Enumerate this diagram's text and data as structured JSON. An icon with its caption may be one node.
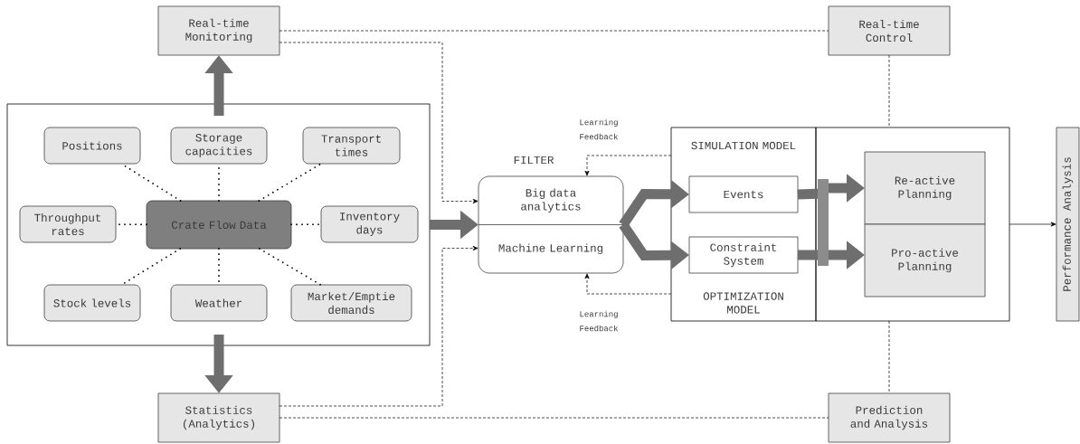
{
  "diagram": {
    "nodes": [
      {
        "text": [
          "Real-time Monitoring"
        ]
      },
      {
        "text": [
          "Statistics (Analytics)"
        ]
      },
      {
        "text": [
          "Real-time Control"
        ]
      },
      {
        "text": [
          "Prediction and Analysis"
        ]
      },
      {
        "text": [],
        "shape": "box"
      },
      {
        "text": [
          "Crate Flow Data"
        ],
        "in": 4
      },
      {
        "text": [
          "Positions"
        ],
        "in": 4
      },
      {
        "text": [
          "Storage capacities"
        ],
        "in": 4
      },
      {
        "text": [
          "Transport times"
        ],
        "in": 4
      },
      {
        "text": [
          "Throughput rates"
        ],
        "in": 4
      },
      {
        "text": [
          "Inventory days"
        ],
        "in": 4
      },
      {
        "text": [
          "Stock levels"
        ],
        "in": 4
      },
      {
        "text": [
          "Weather"
        ],
        "in": 4
      },
      {
        "text": [
          "Market/Emptie demands"
        ],
        "in": 4
      },
      {
        "text": [
          "Big data analytics",
          "Machine Learning"
        ],
        "beside": [
          "FILTER"
        ]
      },
      {
        "text": [
          "SIMULATION MODEL",
          "OPTIMIZATION MODEL"
        ]
      },
      {
        "text": [
          "Events"
        ],
        "in": 15
      },
      {
        "text": [
          "Constraint System"
        ],
        "in": 15
      },
      {
        "text": [],
        "shape": "box"
      },
      {
        "text": [
          "Re-active Planning"
        ],
        "in": 18
      },
      {
        "text": [
          "Pro-active Planning"
        ],
        "in": 18
      },
      {
        "text": [
          "Performance Analysis"
        ]
      }
    ],
    "edges": [
      {
        "from": 4,
        "to": 0,
        "arrow": "to",
        "style": "thick",
        "color": "#6e6e6e"
      },
      {
        "from": 4,
        "to": 1,
        "arrow": "to",
        "style": "thick",
        "color": "#6e6e6e"
      },
      {
        "from": 0,
        "to": 2,
        "arrow": "none",
        "style": "dashed"
      },
      {
        "from": 0,
        "to": 14,
        "arrow": "to",
        "style": "dashed"
      },
      {
        "from": 1,
        "to": 14,
        "arrow": "to",
        "style": "dashed"
      },
      {
        "from": 1,
        "to": 3,
        "arrow": "none",
        "style": "dashed"
      },
      {
        "from": 2,
        "to": 18,
        "arrow": "none",
        "style": "dashed"
      },
      {
        "from": 18,
        "to": 3,
        "arrow": "none",
        "style": "dashed"
      },
      {
        "from": 5,
        "to": 6,
        "arrow": "none",
        "style": "dashed"
      },
      {
        "from": 5,
        "to": 7,
        "arrow": "none",
        "style": "dashed"
      },
      {
        "from": 5,
        "to": 8,
        "arrow": "none",
        "style": "dashed"
      },
      {
        "from": 5,
        "to": 9,
        "arrow": "none",
        "style": "dashed"
      },
      {
        "from": 5,
        "to": 10,
        "arrow": "none",
        "style": "dashed"
      },
      {
        "from": 5,
        "to": 11,
        "arrow": "none",
        "style": "dashed"
      },
      {
        "from": 5,
        "to": 12,
        "arrow": "none",
        "style": "dashed"
      },
      {
        "from": 5,
        "to": 13,
        "arrow": "none",
        "style": "dashed"
      },
      {
        "from": 4,
        "to": 14,
        "arrow": "to",
        "style": "thick",
        "color": "#6e6e6e"
      },
      {
        "from": 14,
        "to": 16,
        "arrow": "to",
        "style": "thick",
        "color": "#6e6e6e"
      },
      {
        "from": 14,
        "to": 17,
        "arrow": "to",
        "style": "thick",
        "color": "#6e6e6e"
      },
      {
        "from": 16,
        "to": 19,
        "arrow": "to",
        "style": "thick",
        "color": "#6e6e6e"
      },
      {
        "from": 16,
        "to": 20,
        "arrow": "to",
        "style": "thick",
        "color": "#6e6e6e"
      },
      {
        "from": 17,
        "to": 19,
        "arrow": "to",
        "style": "thick",
        "color": "#6e6e6e"
      },
      {
        "from": 17,
        "to": 20,
        "arrow": "to",
        "style": "thick",
        "color": "#6e6e6e"
      },
      {
        "from": 18,
        "to": 21,
        "arrow": "to"
      },
      {
        "from": 15,
        "to": 14,
        "arrow": "to",
        "style": "dashed",
        "label": "Learning Feedback"
      },
      {
        "from": 15,
        "to": 14,
        "arrow": "to",
        "style": "dashed",
        "label": "Learning Feedback"
      }
    ]
  }
}
